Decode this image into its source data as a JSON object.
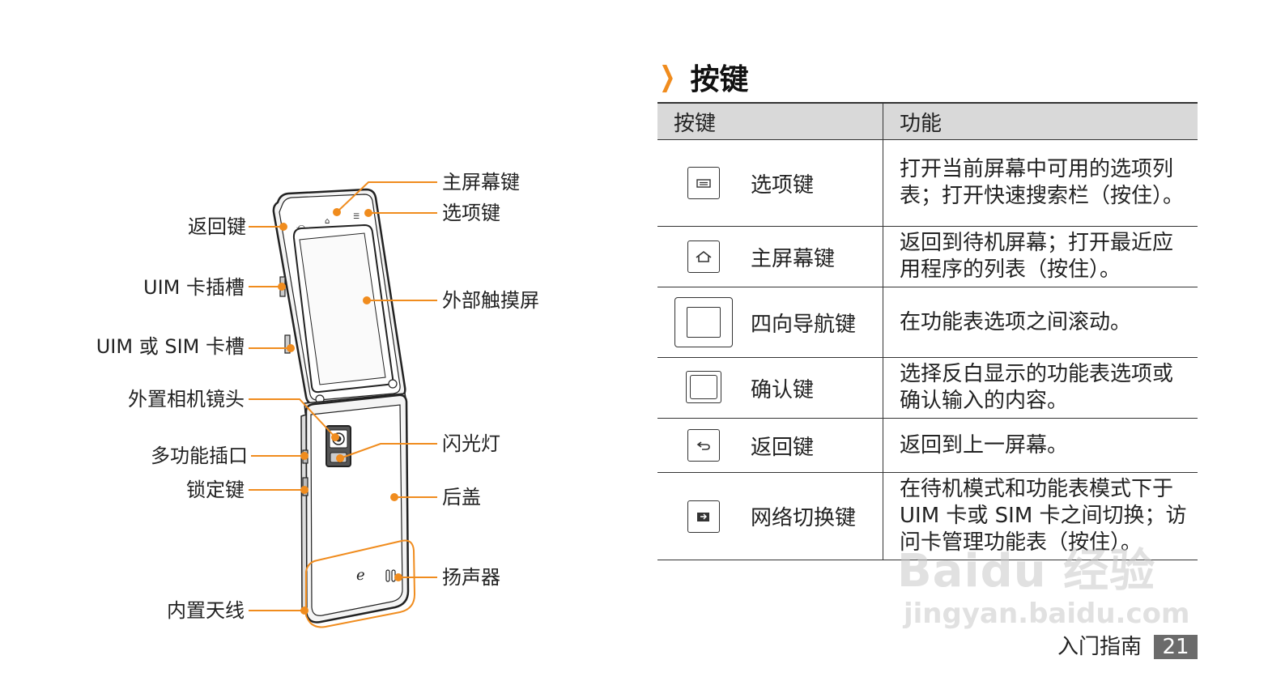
{
  "diagram": {
    "labels": {
      "home_key": "主屏幕键",
      "options_key": "选项键",
      "back_key": "返回键",
      "uim_card_slot": "UIM 卡插槽",
      "external_touchscreen": "外部触摸屏",
      "uim_or_sim_slot": "UIM 或 SIM 卡槽",
      "external_camera_lens": "外置相机镜头",
      "flash": "闪光灯",
      "multifunction_jack": "多功能插口",
      "lock_key": "锁定键",
      "back_cover": "后盖",
      "speaker": "扬声器",
      "internal_antenna": "内置天线"
    },
    "accent_color": "#f08c1e"
  },
  "section": {
    "title": "按键"
  },
  "table": {
    "headers": {
      "key": "按键",
      "function": "功能"
    },
    "rows": [
      {
        "icon": "menu-key-icon",
        "name": "选项键",
        "function": "打开当前屏幕中可用的选项列表；打开快速搜索栏（按住）。"
      },
      {
        "icon": "home-key-icon",
        "name": "主屏幕键",
        "function": "返回到待机屏幕；打开最近应用程序的列表（按住）。"
      },
      {
        "icon": "nav-key-icon",
        "name": "四向导航键",
        "function": "在功能表选项之间滚动。"
      },
      {
        "icon": "ok-key-icon",
        "name": "确认键",
        "function": "选择反白显示的功能表选项或确认输入的内容。"
      },
      {
        "icon": "back-key-icon",
        "name": "返回键",
        "function": "返回到上一屏幕。"
      },
      {
        "icon": "network-switch-key-icon",
        "name": "网络切换键",
        "function": "在待机模式和功能表模式下于UIM 卡或 SIM 卡之间切换；访问卡管理功能表（按住）。"
      }
    ]
  },
  "footer": {
    "label": "入门指南",
    "page": "21"
  },
  "watermark": {
    "logo": "Baidu 经验",
    "url": "jingyan.baidu.com"
  }
}
